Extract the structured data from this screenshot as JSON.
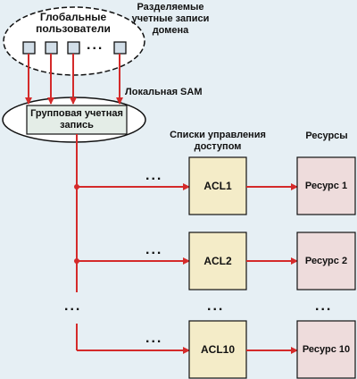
{
  "labels": {
    "global_users": "Глобальные пользователи",
    "shared_accounts": "Разделяемые учетные записи домена",
    "local_sam": "Локальная SAM",
    "group_account": "Групповая учетная запись",
    "acl_header": "Списки управления доступом",
    "resources_header": "Ресурсы",
    "ellipsis": "..."
  },
  "rows": [
    {
      "acl": "ACL1",
      "resource": "Ресурс 1"
    },
    {
      "acl": "ACL2",
      "resource": "Ресурс 2"
    },
    {
      "acl": "ACL10",
      "resource": "Ресурс 10"
    }
  ],
  "colors": {
    "background": "#e6eff4",
    "line": "#d42a2a",
    "acl_fill": "#f4ecc8",
    "resource_fill": "#eedcdc",
    "user_fill": "#d2dee8",
    "group_fill": "#e4ede7"
  }
}
